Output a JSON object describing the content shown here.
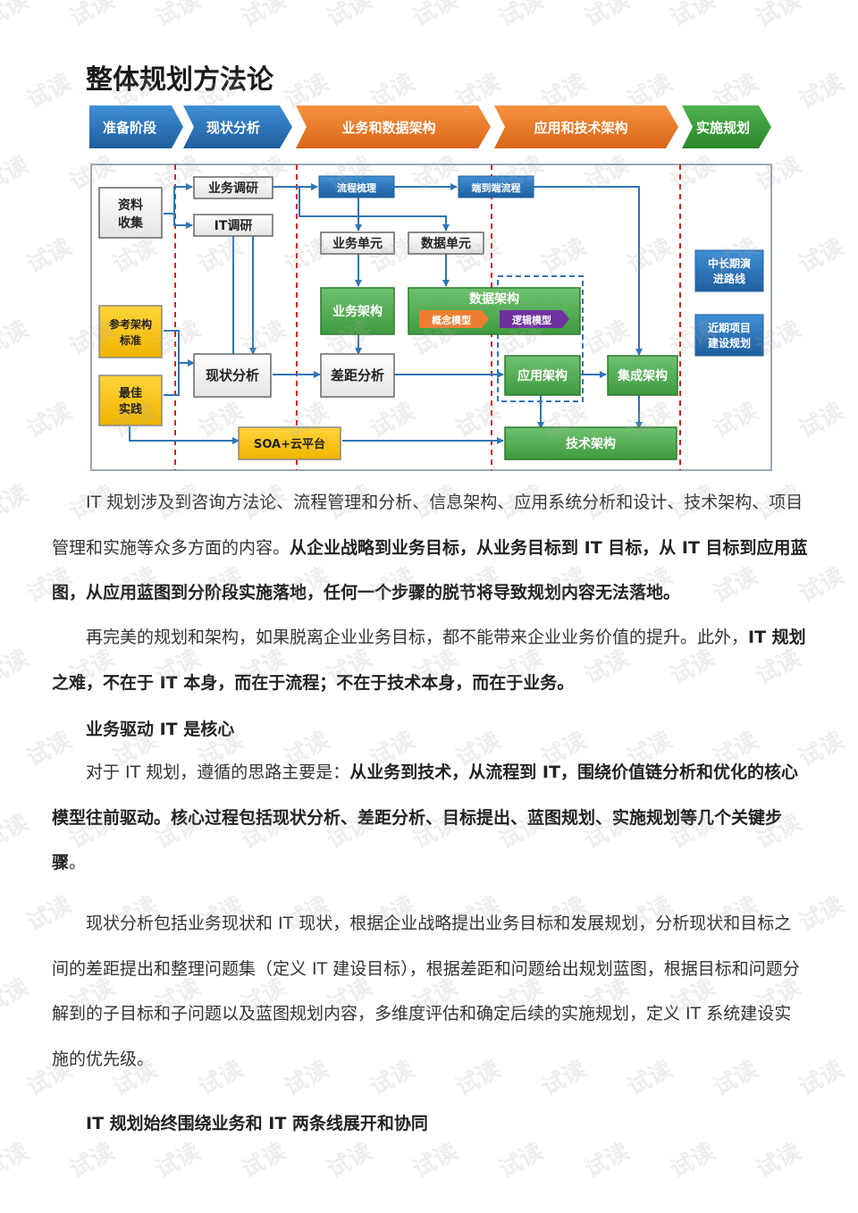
{
  "page": {
    "title": "整体规划方法论",
    "watermark_text": "试读"
  },
  "diagram": {
    "phases": [
      "准备阶段",
      "现状分析",
      "业务和数据架构",
      "应用和技术架构",
      "实施规划"
    ],
    "phase_colors": [
      "#2e75b6",
      "#2e75b6",
      "#ed7d31",
      "#ed7d31",
      "#3a9a3a"
    ],
    "boxes": {
      "data_collection": "资料\n收集",
      "business_survey": "业务调研",
      "it_survey": "IT调研",
      "ref_architecture": "参考架构\n标准",
      "best_practice": "最佳\n实践",
      "status_analysis": "现状分析",
      "soa_cloud": "SOA+云平台",
      "process_review": "流程梳理",
      "end_to_end": "端到端流程",
      "business_unit": "业务单元",
      "data_unit": "数据单元",
      "business_arch": "业务架构",
      "data_arch": "数据架构",
      "concept_model": "概念模型",
      "logic_model": "逻辑模型",
      "gap_analysis": "差距分析",
      "app_arch": "应用架构",
      "integration_arch": "集成架构",
      "tech_arch": "技术架构",
      "mid_long_roadmap": "中长期演\n进路线",
      "near_term_plan": "近期项目\n建设规划"
    }
  },
  "p1": {
    "text": "IT 规划涉及到咨询方法论、流程管理和分析、信息架构、应用系统分析和设计、技术架构、项目管理和实施等众多方面的内容。",
    "bold": "从企业战略到业务目标，从业务目标到 IT 目标，从 IT 目标到应用蓝图，从应用蓝图到分阶段实施落地，任何一个步骤的脱节将导致规划内容无法落地。"
  },
  "p2": {
    "text": "再完美的规划和架构，如果脱离企业业务目标，都不能带来企业业务价值的提升。此外，",
    "bold": "IT 规划之难，不在于 IT 本身，而在于流程；不在于技术本身，而在于业务。"
  },
  "h1": "业务驱动 IT 是核心",
  "p3": {
    "text": "对于 IT 规划，遵循的思路主要是：",
    "bold": "从业务到技术，从流程到 IT，围绕价值链分析和优化的核心模型往前驱动。核心过程包括现状分析、差距分析、目标提出、蓝图规划、实施规划等几个关键步骤",
    "end": "。"
  },
  "p4": "现状分析包括业务现状和 IT 现状，根据企业战略提出业务目标和发展规划，分析现状和目标之间的差距提出和整理问题集（定义 IT 建设目标），根据差距和问题给出规划蓝图，根据目标和问题分解到的子目标和子问题以及蓝图规划内容，多维度评估和确定后续的实施规划，定义 IT 系统建设实施的优先级。",
  "h2": "IT 规划始终围绕业务和 IT 两条线展开和协同"
}
